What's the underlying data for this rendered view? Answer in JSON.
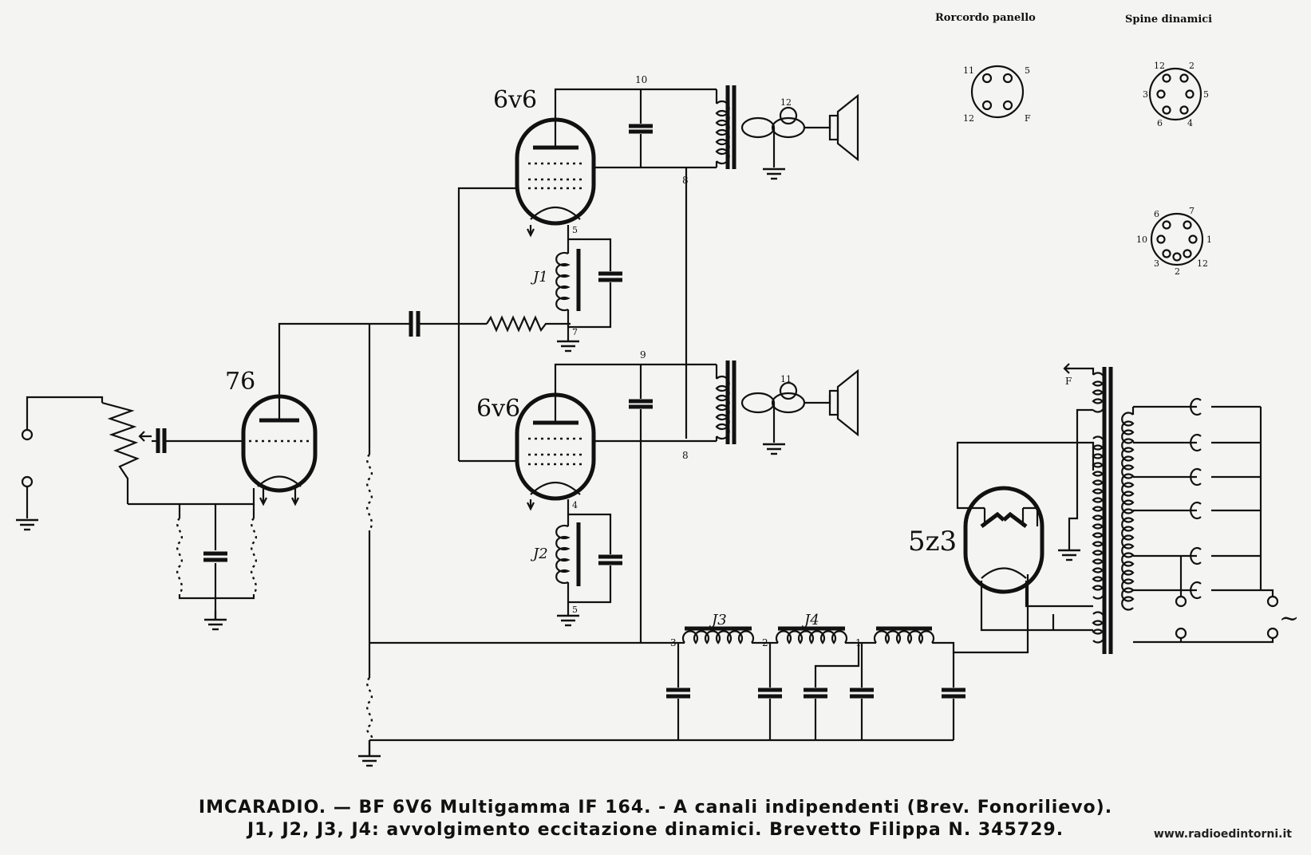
{
  "labels": {
    "tube_76": "76",
    "tube_6v6_top": "6v6",
    "tube_6v6_bottom": "6v6",
    "tube_5z3": "5z3",
    "choke_j1": "J1",
    "choke_j2": "J2",
    "choke_j3": "J3",
    "choke_j4": "J4",
    "ac_symbol": "~",
    "fil_label": "F"
  },
  "node_numbers": {
    "n10": "10",
    "n8_top": "8",
    "n9": "9",
    "n8_bottom": "8",
    "n5": "5",
    "n7": "7",
    "n4": "4",
    "n5b": "5",
    "n12": "12",
    "n11": "11",
    "n3": "3",
    "n2": "2",
    "n1": "1"
  },
  "connectors": {
    "panel_title": "Rorcordo panello",
    "speaker_title": "Spine dinamici",
    "panel_pins": [
      "11",
      "5",
      "12",
      "F"
    ],
    "speaker_pins_top": [
      "12",
      "2",
      "3",
      "5",
      "6",
      "4"
    ],
    "speaker_pins_bottom": [
      "6",
      "7",
      "10",
      "1",
      "3",
      "2",
      "12"
    ]
  },
  "caption": {
    "line1": "IMCARADIO. — BF 6V6 Multigamma IF 164. - A canali indipendenti (Brev. Fonorilievo).",
    "line2": "J1, J2, J3, J4: avvolgimento eccitazione dinamici. Brevetto Filippa N. 345729."
  },
  "watermark": "www.radioedintorni.it"
}
